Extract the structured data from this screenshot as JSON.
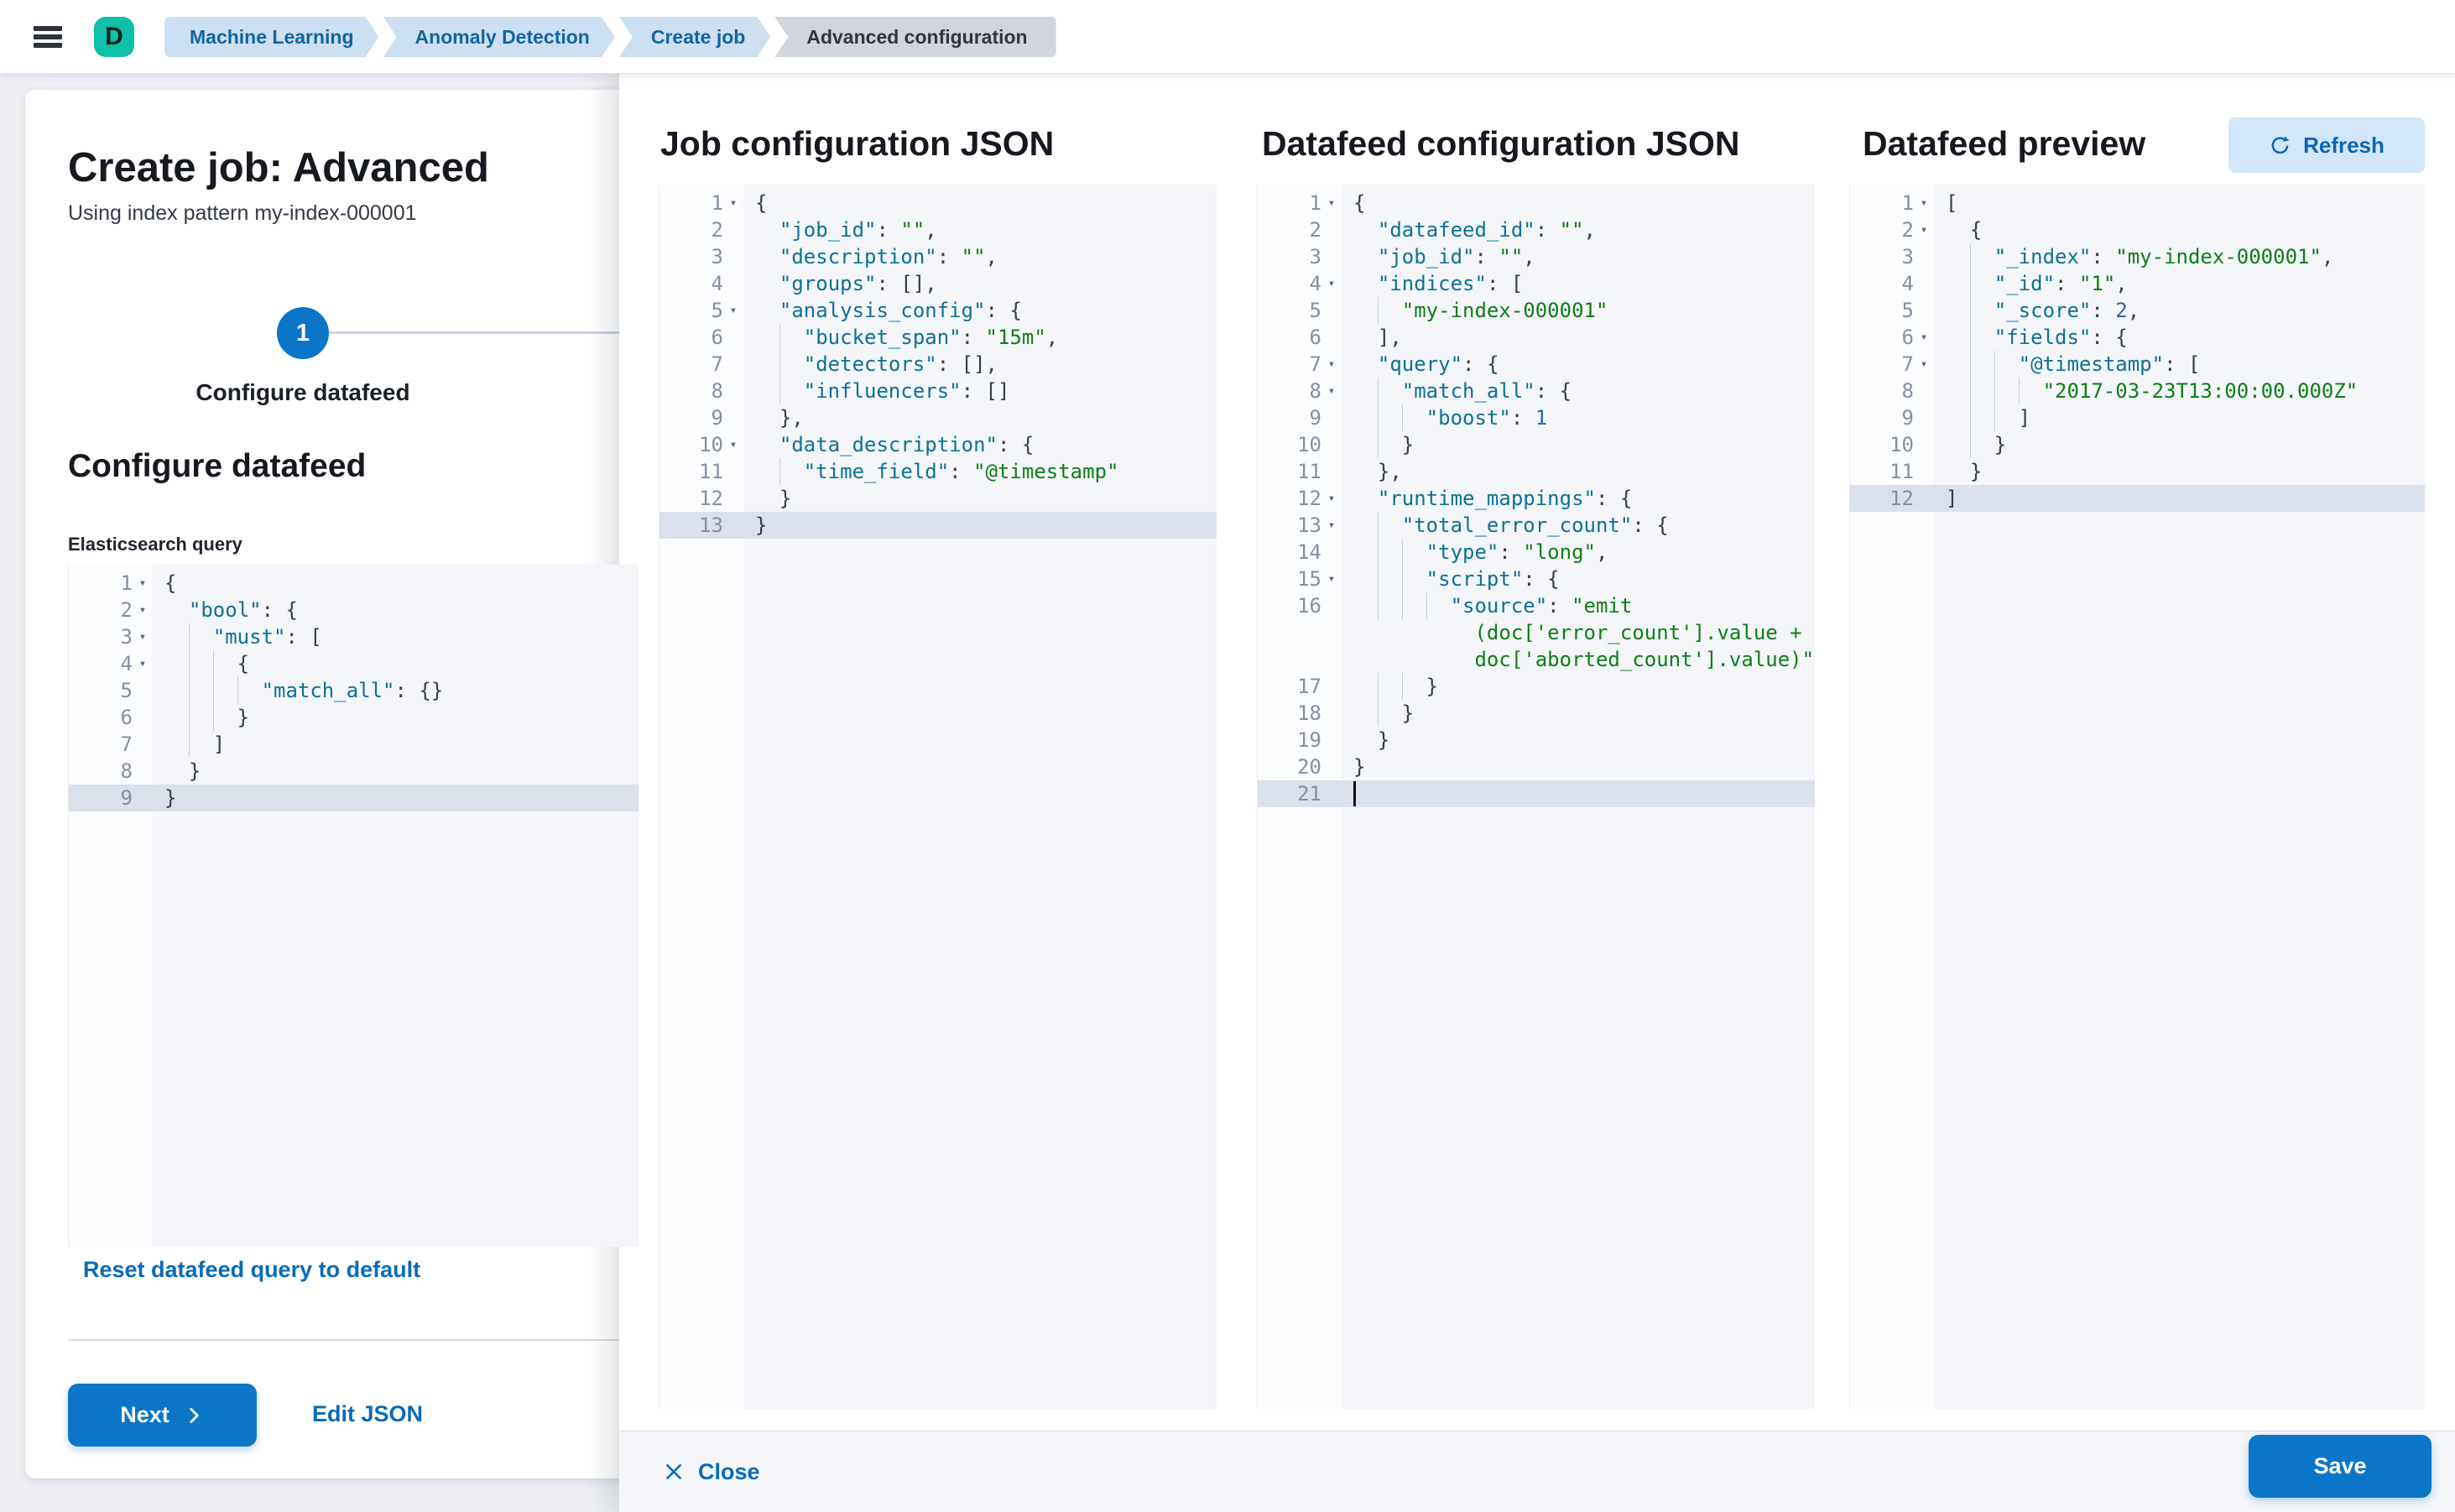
{
  "topbar": {
    "menu_icon": "hamburger-icon",
    "avatar_letter": "D",
    "avatar_color": "#0ebfa9",
    "breadcrumbs": [
      {
        "label": "Machine Learning"
      },
      {
        "label": "Anomaly Detection"
      },
      {
        "label": "Create job"
      },
      {
        "label": "Advanced configuration"
      }
    ]
  },
  "left_panel": {
    "title": "Create job: Advanced",
    "subtitle": "Using index pattern my-index-000001",
    "step_number": "1",
    "step_label": "Configure datafeed",
    "section_title": "Configure datafeed",
    "query_label": "Elasticsearch query",
    "reset_link": "Reset datafeed query to default",
    "next_button": "Next",
    "edit_json_link": "Edit JSON"
  },
  "flyout": {
    "panels": [
      {
        "title": "Job configuration JSON"
      },
      {
        "title": "Datafeed configuration JSON"
      },
      {
        "title": "Datafeed preview"
      }
    ],
    "refresh_button": "Refresh",
    "close_button": "Close",
    "save_button": "Save"
  },
  "colors": {
    "primary": "#0b76c8",
    "link": "#0a6bb8",
    "breadcrumb_bg": "#cce0f2",
    "breadcrumb_text": "#14649f",
    "avatar": "#0ebfa9",
    "syntax_key": "#0d7195",
    "syntax_string": "#0e7d17",
    "syntax_number": "#2a66b0",
    "syntax_punct": "#363c48",
    "editor_bg": "#f4f6f9",
    "active_line": "#dbe1eb"
  },
  "editors": {
    "query": {
      "lines": [
        {
          "n": "1",
          "fold": true,
          "ind": 0,
          "toks": [
            [
              "p",
              "{"
            ]
          ]
        },
        {
          "n": "2",
          "fold": true,
          "ind": 1,
          "toks": [
            [
              "k",
              "\"bool\""
            ],
            [
              "p",
              ": {"
            ]
          ]
        },
        {
          "n": "3",
          "fold": true,
          "ind": 2,
          "toks": [
            [
              "k",
              "\"must\""
            ],
            [
              "p",
              ": ["
            ]
          ]
        },
        {
          "n": "4",
          "fold": true,
          "ind": 3,
          "toks": [
            [
              "p",
              "{"
            ]
          ]
        },
        {
          "n": "5",
          "ind": 4,
          "toks": [
            [
              "k",
              "\"match_all\""
            ],
            [
              "p",
              ": {}"
            ]
          ]
        },
        {
          "n": "6",
          "ind": 3,
          "toks": [
            [
              "p",
              "}"
            ]
          ]
        },
        {
          "n": "7",
          "ind": 2,
          "toks": [
            [
              "p",
              "]"
            ]
          ]
        },
        {
          "n": "8",
          "ind": 1,
          "toks": [
            [
              "p",
              "}"
            ]
          ]
        },
        {
          "n": "9",
          "hl": true,
          "ind": 0,
          "toks": [
            [
              "p",
              "}"
            ]
          ]
        }
      ]
    },
    "job": {
      "lines": [
        {
          "n": "1",
          "fold": true,
          "ind": 0,
          "toks": [
            [
              "p",
              "{"
            ]
          ]
        },
        {
          "n": "2",
          "ind": 1,
          "toks": [
            [
              "k",
              "\"job_id\""
            ],
            [
              "p",
              ": "
            ],
            [
              "s",
              "\"\""
            ],
            [
              "p",
              ","
            ]
          ]
        },
        {
          "n": "3",
          "ind": 1,
          "toks": [
            [
              "k",
              "\"description\""
            ],
            [
              "p",
              ": "
            ],
            [
              "s",
              "\"\""
            ],
            [
              "p",
              ","
            ]
          ]
        },
        {
          "n": "4",
          "ind": 1,
          "toks": [
            [
              "k",
              "\"groups\""
            ],
            [
              "p",
              ": [],"
            ]
          ]
        },
        {
          "n": "5",
          "fold": true,
          "ind": 1,
          "toks": [
            [
              "k",
              "\"analysis_config\""
            ],
            [
              "p",
              ": {"
            ]
          ]
        },
        {
          "n": "6",
          "ind": 2,
          "toks": [
            [
              "k",
              "\"bucket_span\""
            ],
            [
              "p",
              ": "
            ],
            [
              "s",
              "\"15m\""
            ],
            [
              "p",
              ","
            ]
          ]
        },
        {
          "n": "7",
          "ind": 2,
          "toks": [
            [
              "k",
              "\"detectors\""
            ],
            [
              "p",
              ": [],"
            ]
          ]
        },
        {
          "n": "8",
          "ind": 2,
          "toks": [
            [
              "k",
              "\"influencers\""
            ],
            [
              "p",
              ": []"
            ]
          ]
        },
        {
          "n": "9",
          "ind": 1,
          "toks": [
            [
              "p",
              "},"
            ]
          ]
        },
        {
          "n": "10",
          "fold": true,
          "ind": 1,
          "toks": [
            [
              "k",
              "\"data_description\""
            ],
            [
              "p",
              ": {"
            ]
          ]
        },
        {
          "n": "11",
          "ind": 2,
          "toks": [
            [
              "k",
              "\"time_field\""
            ],
            [
              "p",
              ": "
            ],
            [
              "s",
              "\"@timestamp\""
            ]
          ]
        },
        {
          "n": "12",
          "ind": 1,
          "toks": [
            [
              "p",
              "}"
            ]
          ]
        },
        {
          "n": "13",
          "hl": true,
          "ind": 0,
          "toks": [
            [
              "p",
              "}"
            ]
          ]
        }
      ]
    },
    "datafeed": {
      "lines": [
        {
          "n": "1",
          "fold": true,
          "ind": 0,
          "toks": [
            [
              "p",
              "{"
            ]
          ]
        },
        {
          "n": "2",
          "ind": 1,
          "toks": [
            [
              "k",
              "\"datafeed_id\""
            ],
            [
              "p",
              ": "
            ],
            [
              "s",
              "\"\""
            ],
            [
              "p",
              ","
            ]
          ]
        },
        {
          "n": "3",
          "ind": 1,
          "toks": [
            [
              "k",
              "\"job_id\""
            ],
            [
              "p",
              ": "
            ],
            [
              "s",
              "\"\""
            ],
            [
              "p",
              ","
            ]
          ]
        },
        {
          "n": "4",
          "fold": true,
          "ind": 1,
          "toks": [
            [
              "k",
              "\"indices\""
            ],
            [
              "p",
              ": ["
            ]
          ]
        },
        {
          "n": "5",
          "ind": 2,
          "toks": [
            [
              "s",
              "\"my-index-000001\""
            ]
          ]
        },
        {
          "n": "6",
          "ind": 1,
          "toks": [
            [
              "p",
              "],"
            ]
          ]
        },
        {
          "n": "7",
          "fold": true,
          "ind": 1,
          "toks": [
            [
              "k",
              "\"query\""
            ],
            [
              "p",
              ": {"
            ]
          ]
        },
        {
          "n": "8",
          "fold": true,
          "ind": 2,
          "toks": [
            [
              "k",
              "\"match_all\""
            ],
            [
              "p",
              ": {"
            ]
          ]
        },
        {
          "n": "9",
          "ind": 3,
          "toks": [
            [
              "k",
              "\"boost\""
            ],
            [
              "p",
              ": "
            ],
            [
              "n",
              "1"
            ]
          ]
        },
        {
          "n": "10",
          "ind": 2,
          "toks": [
            [
              "p",
              "}"
            ]
          ]
        },
        {
          "n": "11",
          "ind": 1,
          "toks": [
            [
              "p",
              "},"
            ]
          ]
        },
        {
          "n": "12",
          "fold": true,
          "ind": 1,
          "toks": [
            [
              "k",
              "\"runtime_mappings\""
            ],
            [
              "p",
              ": {"
            ]
          ]
        },
        {
          "n": "13",
          "fold": true,
          "ind": 2,
          "toks": [
            [
              "k",
              "\"total_error_count\""
            ],
            [
              "p",
              ": {"
            ]
          ]
        },
        {
          "n": "14",
          "ind": 3,
          "toks": [
            [
              "k",
              "\"type\""
            ],
            [
              "p",
              ": "
            ],
            [
              "s",
              "\"long\""
            ],
            [
              "p",
              ","
            ]
          ]
        },
        {
          "n": "15",
          "fold": true,
          "ind": 3,
          "toks": [
            [
              "k",
              "\"script\""
            ],
            [
              "p",
              ": {"
            ]
          ]
        },
        {
          "n": "16",
          "ind": 4,
          "toks": [
            [
              "k",
              "\"source\""
            ],
            [
              "p",
              ": "
            ],
            [
              "s",
              "\"emit"
            ]
          ]
        },
        {
          "wrap": true,
          "pad": 10,
          "toks": [
            [
              "s",
              "(doc['error_count'].value +"
            ]
          ]
        },
        {
          "wrap": true,
          "pad": 10,
          "toks": [
            [
              "s",
              "doc['aborted_count'].value)\""
            ]
          ]
        },
        {
          "n": "17",
          "ind": 3,
          "toks": [
            [
              "p",
              "}"
            ]
          ]
        },
        {
          "n": "18",
          "ind": 2,
          "toks": [
            [
              "p",
              "}"
            ]
          ]
        },
        {
          "n": "19",
          "ind": 1,
          "toks": [
            [
              "p",
              "}"
            ]
          ]
        },
        {
          "n": "20",
          "ind": 0,
          "toks": [
            [
              "p",
              "}"
            ]
          ]
        },
        {
          "n": "21",
          "hl": true,
          "cursor": true,
          "ind": 0,
          "toks": []
        }
      ]
    },
    "preview": {
      "lines": [
        {
          "n": "1",
          "fold": true,
          "ind": 0,
          "toks": [
            [
              "p",
              "["
            ]
          ]
        },
        {
          "n": "2",
          "fold": true,
          "ind": 1,
          "toks": [
            [
              "p",
              "{"
            ]
          ]
        },
        {
          "n": "3",
          "ind": 2,
          "toks": [
            [
              "k",
              "\"_index\""
            ],
            [
              "p",
              ": "
            ],
            [
              "s",
              "\"my-index-000001\""
            ],
            [
              "p",
              ","
            ]
          ]
        },
        {
          "n": "4",
          "ind": 2,
          "toks": [
            [
              "k",
              "\"_id\""
            ],
            [
              "p",
              ": "
            ],
            [
              "s",
              "\"1\""
            ],
            [
              "p",
              ","
            ]
          ]
        },
        {
          "n": "5",
          "ind": 2,
          "toks": [
            [
              "k",
              "\"_score\""
            ],
            [
              "p",
              ": "
            ],
            [
              "n",
              "2"
            ],
            [
              "p",
              ","
            ]
          ]
        },
        {
          "n": "6",
          "fold": true,
          "ind": 2,
          "toks": [
            [
              "k",
              "\"fields\""
            ],
            [
              "p",
              ": {"
            ]
          ]
        },
        {
          "n": "7",
          "fold": true,
          "ind": 3,
          "toks": [
            [
              "k",
              "\"@timestamp\""
            ],
            [
              "p",
              ": ["
            ]
          ]
        },
        {
          "n": "8",
          "ind": 4,
          "toks": [
            [
              "s",
              "\"2017-03-23T13:00:00.000Z\""
            ]
          ]
        },
        {
          "n": "9",
          "ind": 3,
          "toks": [
            [
              "p",
              "]"
            ]
          ]
        },
        {
          "n": "10",
          "ind": 2,
          "toks": [
            [
              "p",
              "}"
            ]
          ]
        },
        {
          "n": "11",
          "ind": 1,
          "toks": [
            [
              "p",
              "}"
            ]
          ]
        },
        {
          "n": "12",
          "hl": true,
          "ind": 0,
          "toks": [
            [
              "p",
              "]"
            ]
          ]
        }
      ]
    }
  }
}
